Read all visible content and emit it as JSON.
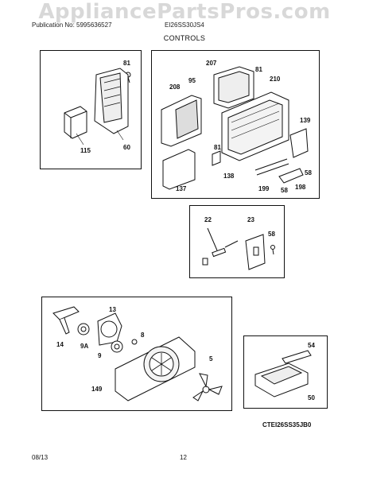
{
  "watermark": "AppliancePartsPros.com",
  "header": {
    "publication": "Publication No: 5995636527",
    "model": "EI26SS30JS4",
    "section": "CONTROLS"
  },
  "panels": {
    "top_left": {
      "labels": [
        "81",
        "60",
        "115"
      ]
    },
    "top_right": {
      "labels": [
        "207",
        "81",
        "210",
        "208",
        "95",
        "139",
        "81",
        "138",
        "58",
        "137",
        "199",
        "198",
        "58"
      ]
    },
    "middle": {
      "labels": [
        "22",
        "23",
        "58"
      ]
    },
    "bottom_left": {
      "labels": [
        "13",
        "14",
        "9A",
        "8",
        "9",
        "5",
        "149"
      ]
    },
    "bottom_right": {
      "labels": [
        "54",
        "50"
      ]
    }
  },
  "diagram_code": "CTEI26SS35JB0",
  "footer": {
    "date": "08/13",
    "page": "12"
  }
}
